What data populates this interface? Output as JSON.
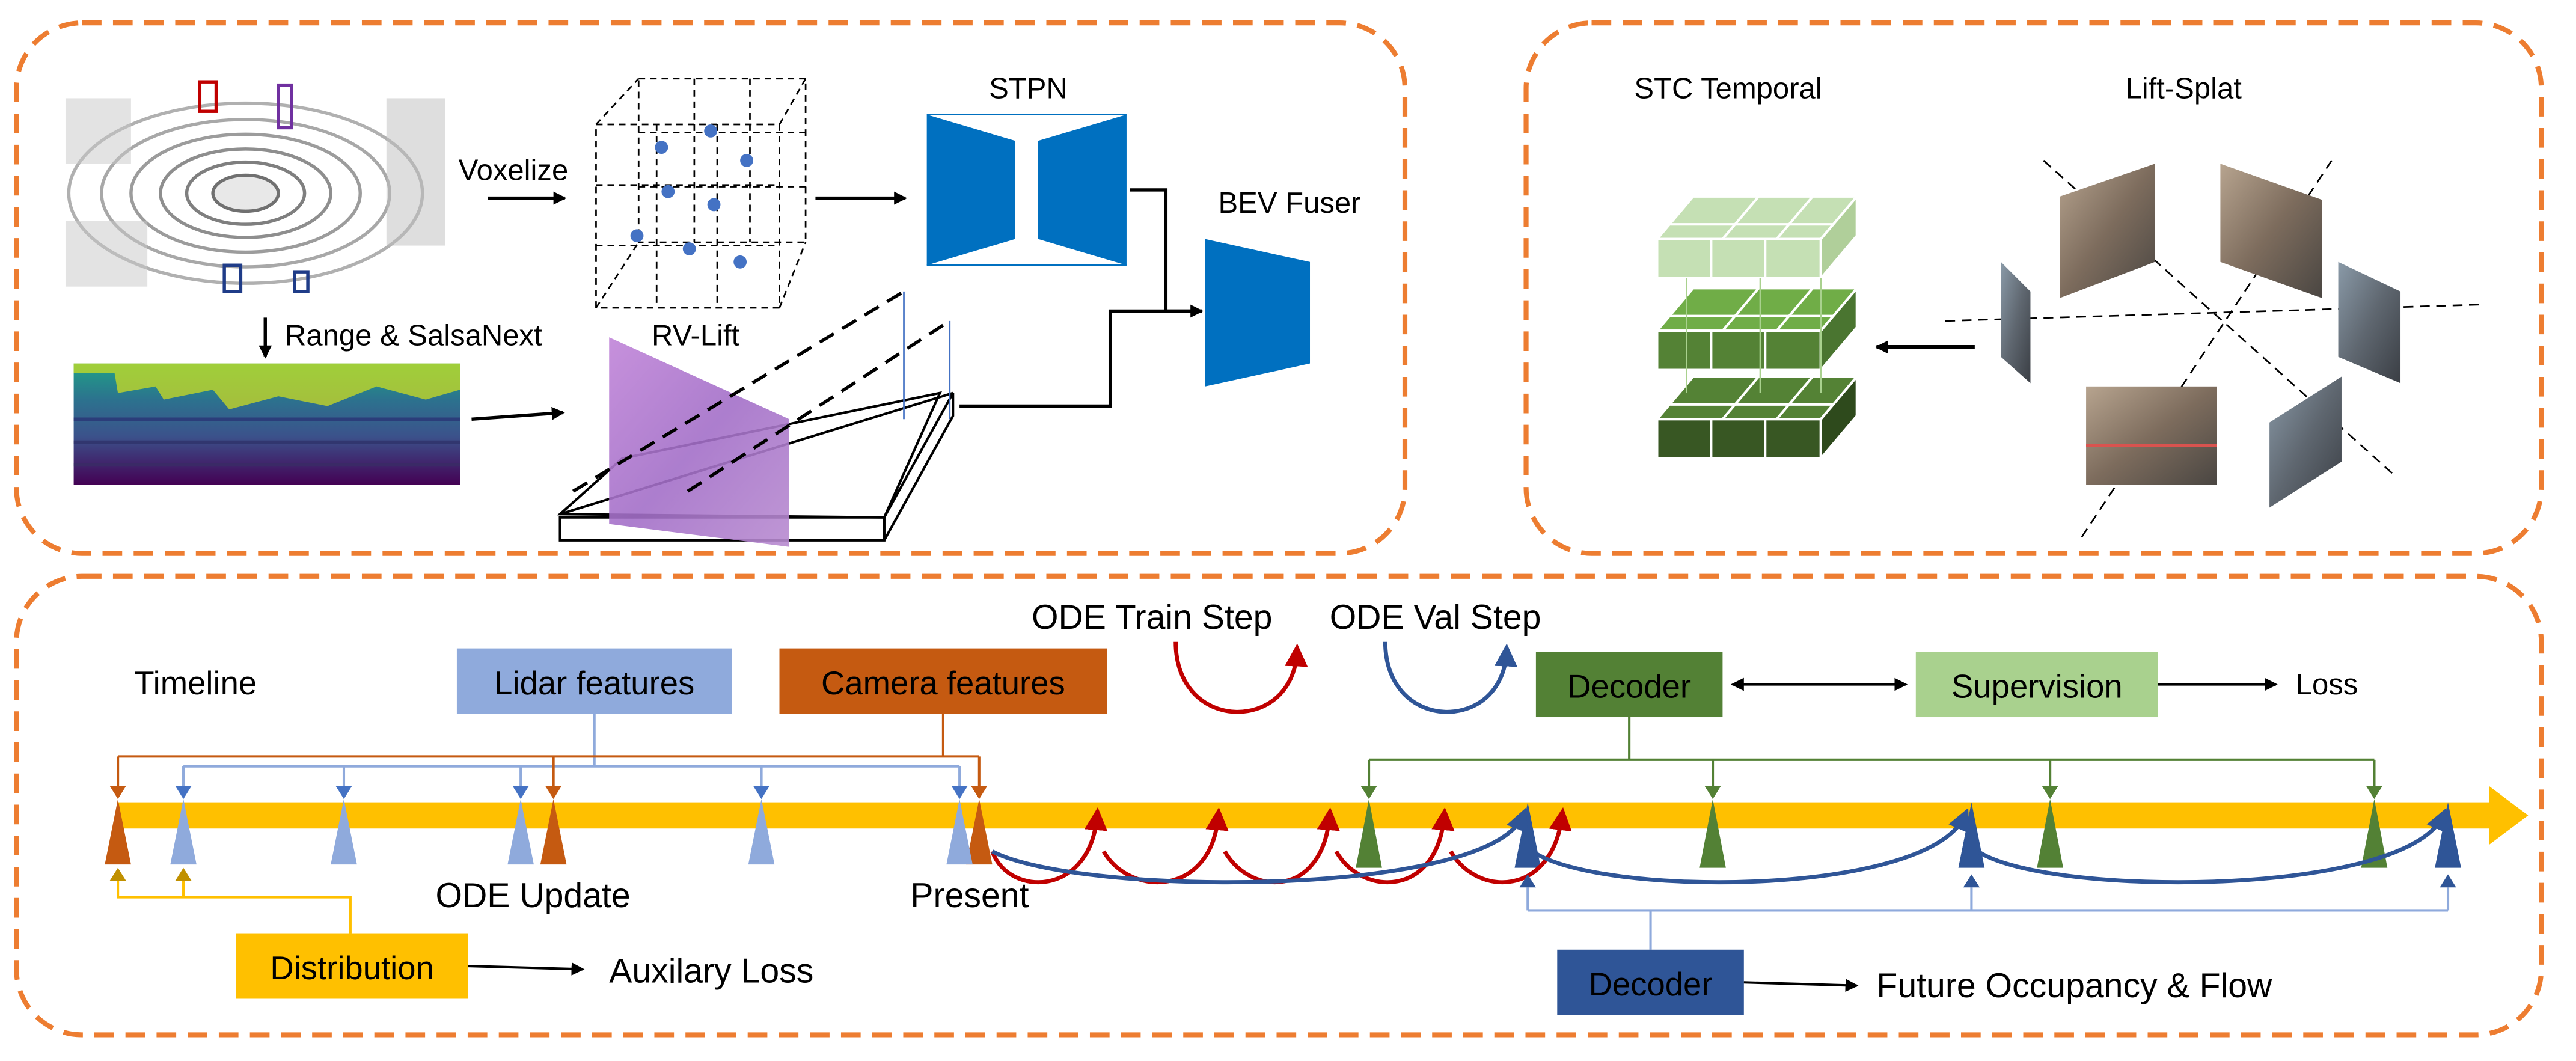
{
  "panels": {
    "lidar_branch": {
      "voxelize_label": "Voxelize",
      "stpn_label": "STPN",
      "bev_fuser_label": "BEV Fuser",
      "range_label": "Range & SalsaNext",
      "rv_lift_label": "RV-Lift"
    },
    "camera_branch": {
      "stc_label": "STC Temporal",
      "lift_splat_label": "Lift-Splat"
    }
  },
  "timeline": {
    "title": "Timeline",
    "lidar_features_label": "Lidar features",
    "camera_features_label": "Camera features",
    "ode_train_label": "ODE Train Step",
    "ode_val_label": "ODE Val Step",
    "decoder_label": "Decoder",
    "supervision_label": "Supervision",
    "loss_label": "Loss",
    "ode_update_label": "ODE Update",
    "present_label": "Present",
    "distribution_label": "Distribution",
    "aux_loss_label": "Auxilary Loss",
    "decoder2_label": "Decoder",
    "future_label": "Future Occupancy & Flow"
  },
  "colors": {
    "panel_border": "#ed7d31",
    "timeline_bar": "#ffc000",
    "lidar": "#8faadc",
    "camera": "#c55a11",
    "decoder_green": "#538135",
    "supervision_green": "#a9d18e",
    "decoder_blue": "#2f5597",
    "stpn_blue": "#0070c0",
    "ode_train": "#c00000",
    "ode_val": "#2f5597"
  }
}
